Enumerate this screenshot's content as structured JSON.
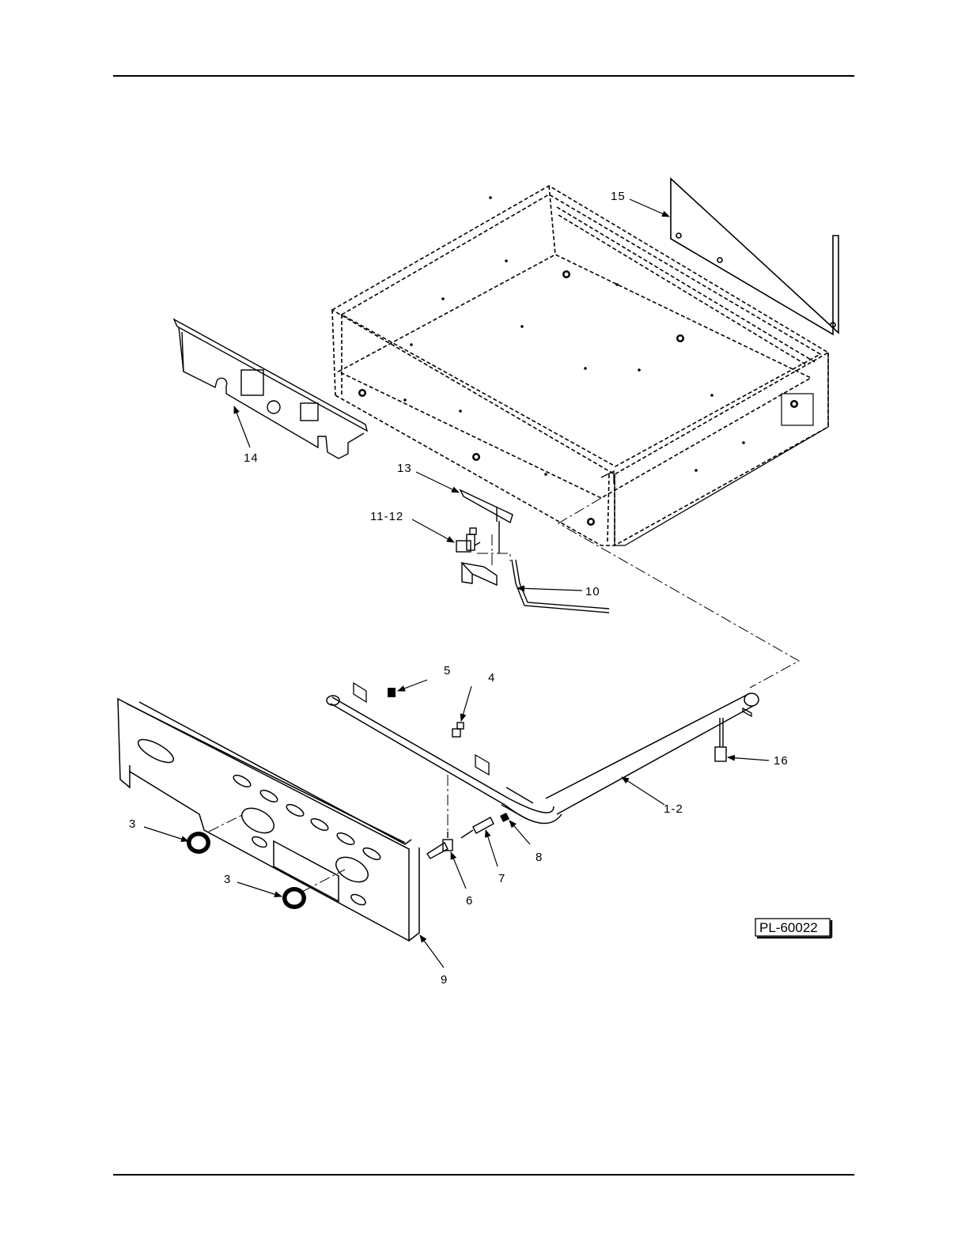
{
  "figure_ref": "PL-60022",
  "callouts": {
    "c15": "15",
    "c14": "14",
    "c13": "13",
    "c11_12": "11-12",
    "c10": "10",
    "c5": "5",
    "c4": "4",
    "c16": "16",
    "c1_2": "1-2",
    "c8": "8",
    "c7": "7",
    "c6": "6",
    "c3a": "3",
    "c3b": "3",
    "c9": "9"
  }
}
